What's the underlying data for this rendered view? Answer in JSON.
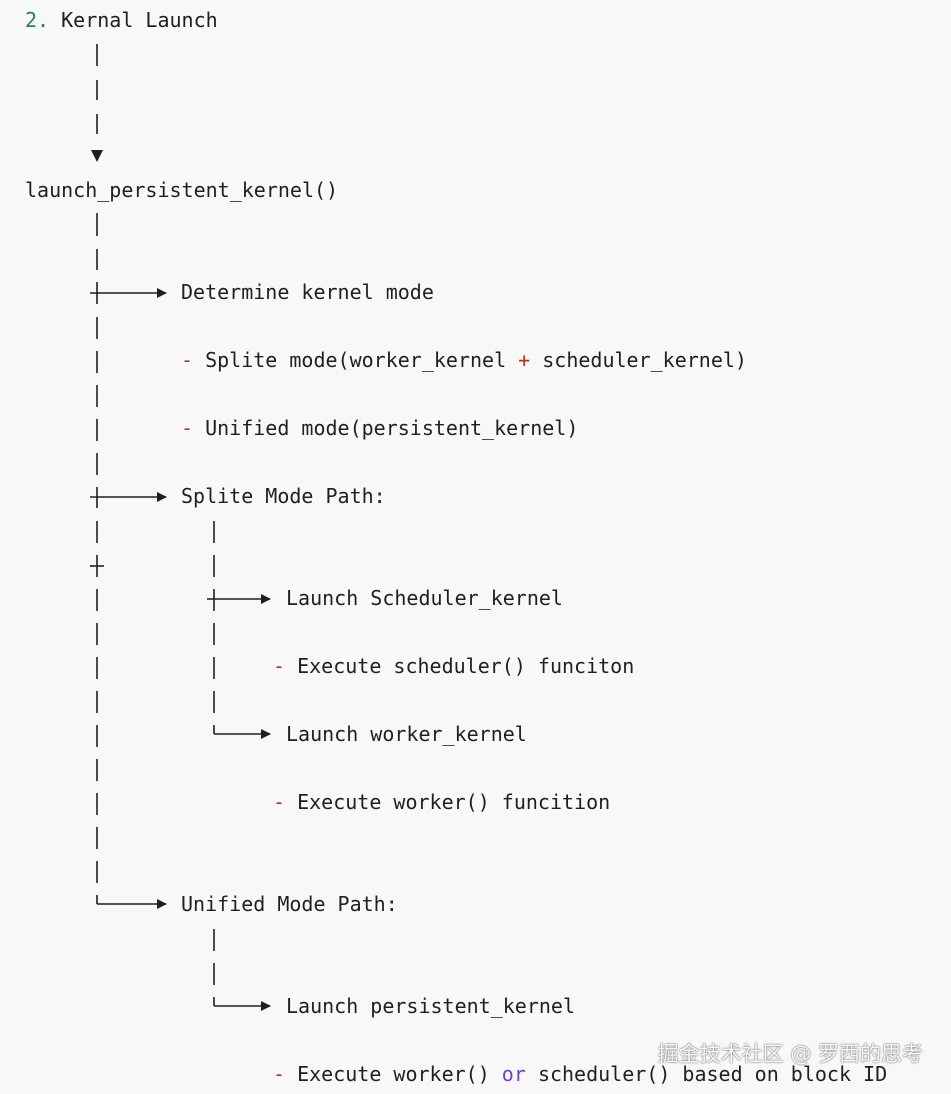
{
  "doc": {
    "heading_number": "2.",
    "heading_text": "Kernal Launch",
    "entry_call": "launch_persistent_kernel()",
    "determine_label": "Determine kernel mode",
    "mode_bullets": [
      {
        "dash": "-",
        "pre": "Splite mode(worker_kernel",
        "op": "+",
        "post": "scheduler_kernel)"
      },
      {
        "dash": "-",
        "text": "Unified mode(persistent_kernel)"
      }
    ],
    "split_path_label": "Splite Mode Path:",
    "launch_scheduler_label": "Launch Scheduler_kernel",
    "execute_scheduler": {
      "dash": "-",
      "text": "Execute scheduler() funciton"
    },
    "launch_worker_label": "Launch worker_kernel",
    "execute_worker": {
      "dash": "-",
      "text": "Execute worker() funcition"
    },
    "unified_path_label": "Unified Mode Path:",
    "launch_persistent_label": "Launch persistent_kernel",
    "execute_final": {
      "dash": "-",
      "pre": "Execute worker()",
      "kw": "or",
      "post": "scheduler() based on block ID"
    }
  },
  "watermark": {
    "text": "掘金技术社区 @ 罗西的思考"
  },
  "colors": {
    "background": "#f8f8f8",
    "text": "#1f1f1f",
    "number": "#2e7d5b",
    "dash": "#b5341c",
    "keyword": "#6f42c1"
  }
}
